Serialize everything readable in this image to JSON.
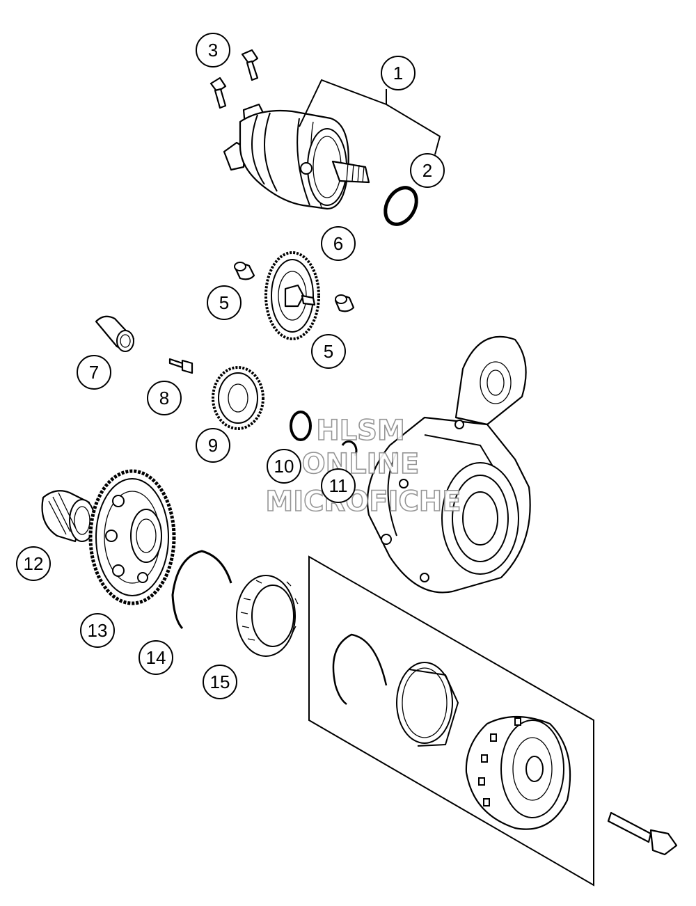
{
  "callouts": [
    {
      "id": "c1",
      "label": "1"
    },
    {
      "id": "c2",
      "label": "2"
    },
    {
      "id": "c3",
      "label": "3"
    },
    {
      "id": "c5a",
      "label": "5"
    },
    {
      "id": "c5b",
      "label": "5"
    },
    {
      "id": "c6",
      "label": "6"
    },
    {
      "id": "c7",
      "label": "7"
    },
    {
      "id": "c8",
      "label": "8"
    },
    {
      "id": "c9",
      "label": "9"
    },
    {
      "id": "c10",
      "label": "10"
    },
    {
      "id": "c11",
      "label": "11"
    },
    {
      "id": "c12",
      "label": "12"
    },
    {
      "id": "c13",
      "label": "13"
    },
    {
      "id": "c14",
      "label": "14"
    },
    {
      "id": "c15",
      "label": "15"
    }
  ],
  "watermark": {
    "line1": "HLSM",
    "line2": "ONLINE",
    "line3": "MICROFICHE",
    "stroke_color": "#8a8a8a"
  },
  "colors": {
    "line": "#000000",
    "background": "#ffffff"
  }
}
